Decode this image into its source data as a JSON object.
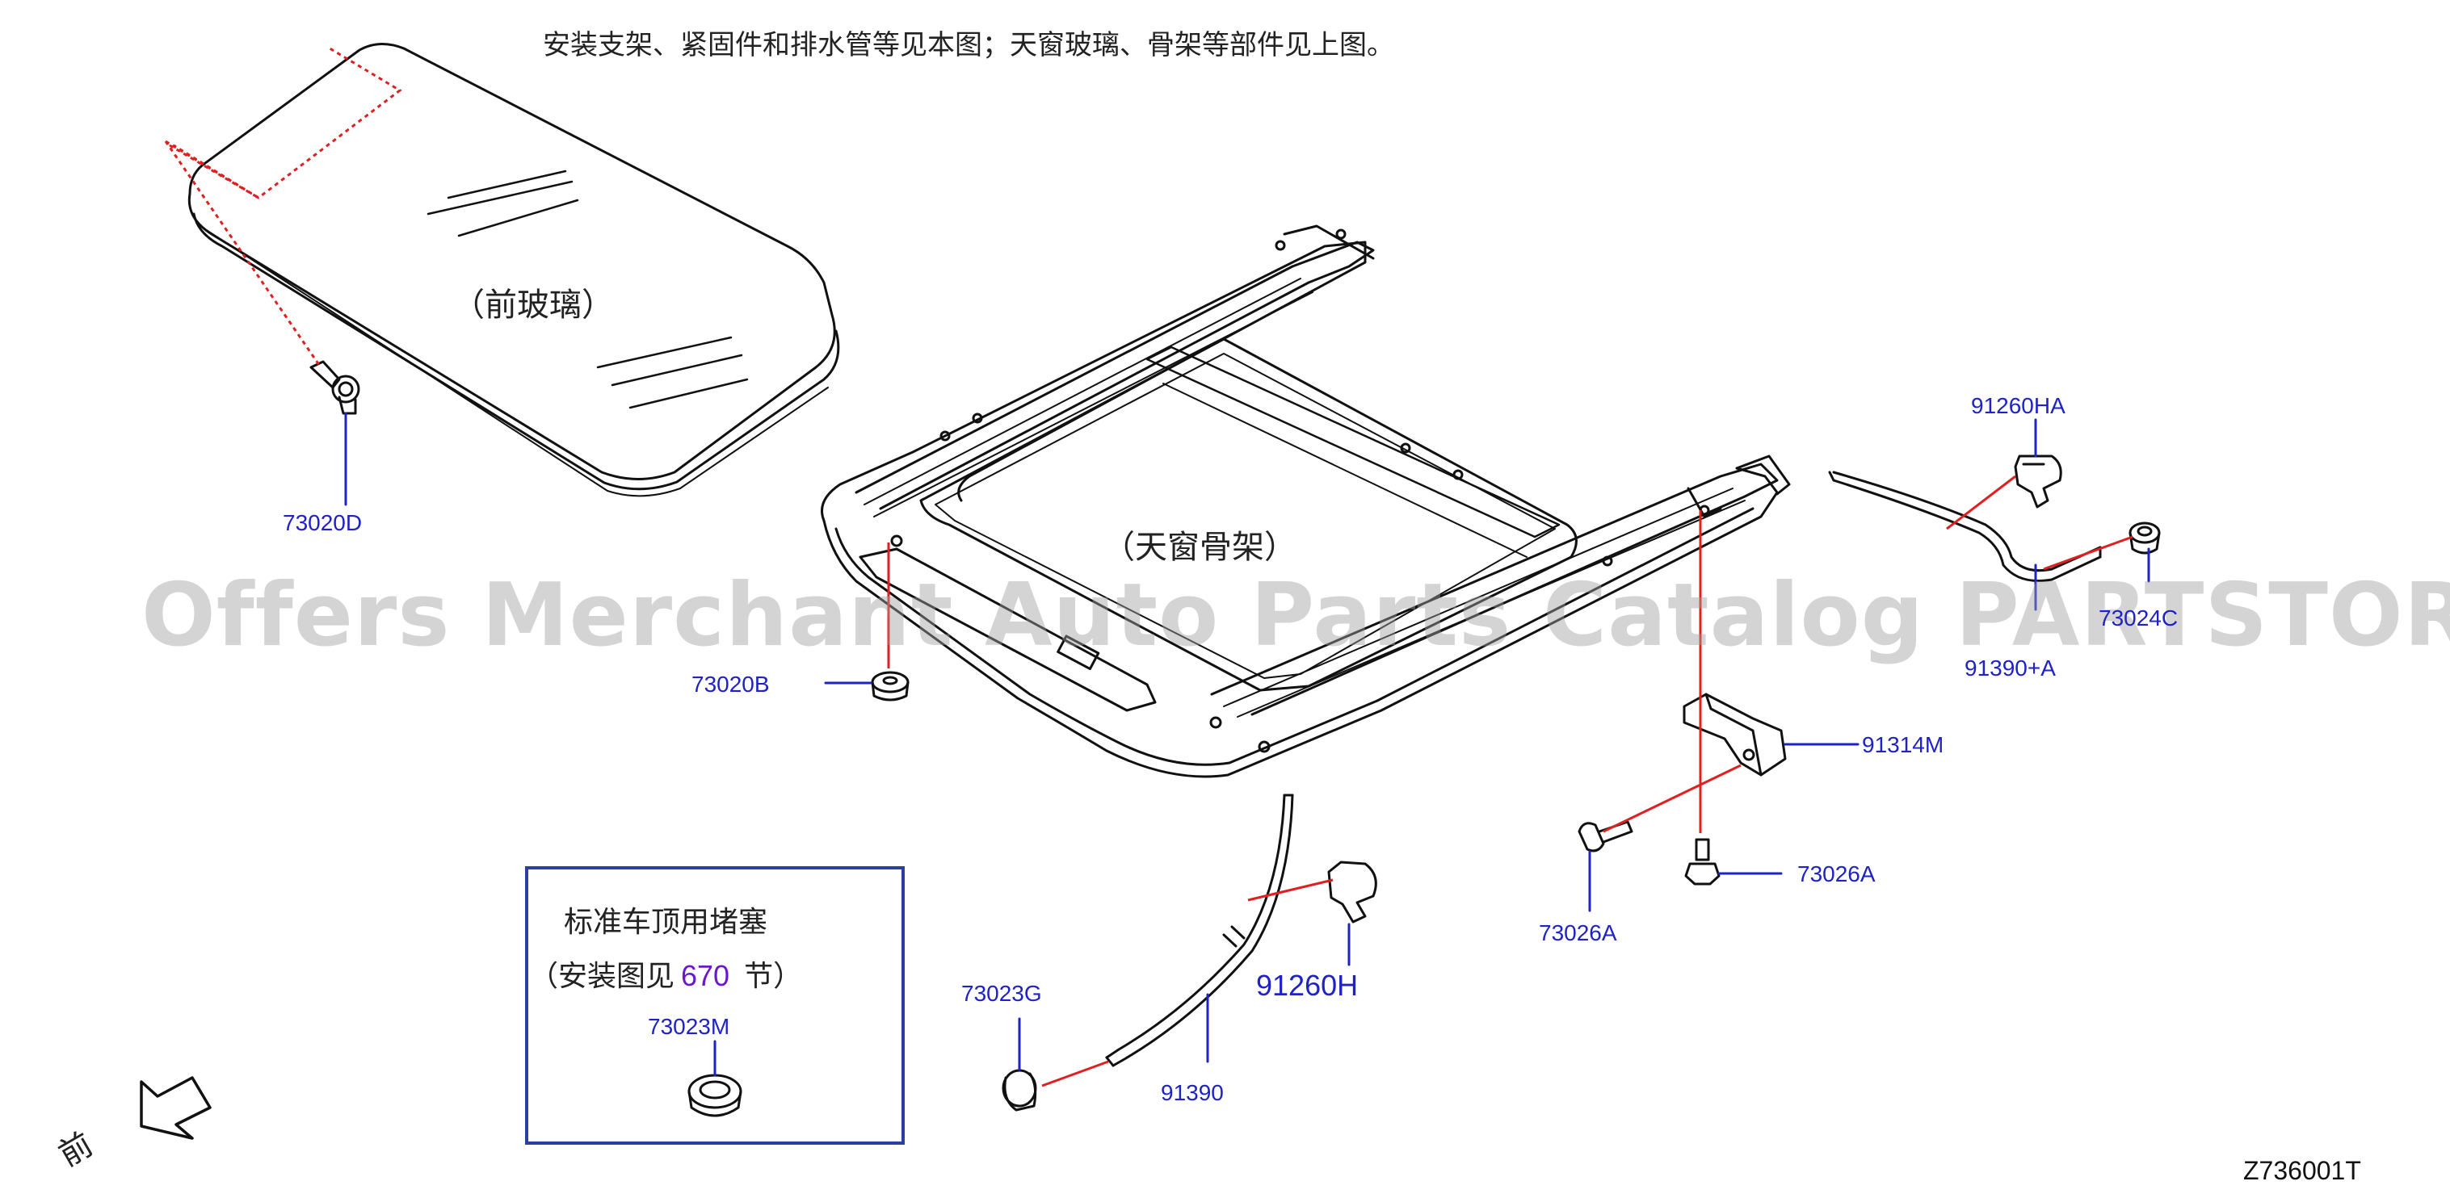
{
  "header": {
    "note": "安装支架、紧固件和排水管等见本图；天窗玻璃、骨架等部件见上图。"
  },
  "captions": {
    "front_glass": "（前玻璃）",
    "sunroof_frame": "（天窗骨架）"
  },
  "parts": {
    "p73020D": "73020D",
    "p73020B": "73020B",
    "p91260HA": "91260HA",
    "p73024C": "73024C",
    "p91390A": "91390+A",
    "p91314M": "91314M",
    "p73026A_left": "73026A",
    "p73026A_right": "73026A",
    "p73023G": "73023G",
    "p91260H": "91260H",
    "p91390": "91390"
  },
  "standard_plug_box": {
    "title": "标准车顶用堵塞",
    "install_prefix": "（安装图见",
    "page_ref": "670",
    "install_suffix": "节）",
    "part": "73023M"
  },
  "front_indicator": "前",
  "diagram_code": "Z736001T",
  "watermark": "Offers Merchant Auto Parts Catalog PARTSTORE.SA",
  "colors": {
    "label_blue": "#1f22c4",
    "leader_red": "#e02020",
    "box_border": "#2b3f9e",
    "page_ref_purple": "#6b18c9",
    "line_black": "#111111"
  }
}
